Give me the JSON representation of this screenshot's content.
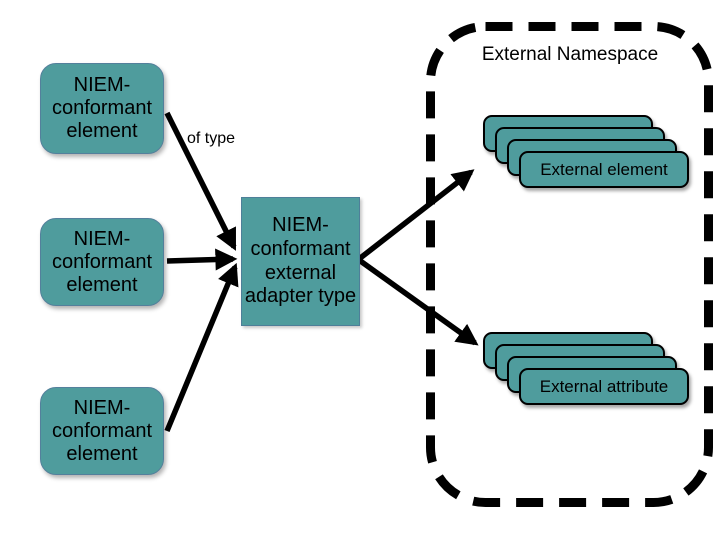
{
  "namespace": {
    "title": "External Namespace"
  },
  "niem_elements": [
    {
      "label": "NIEM-conformant element"
    },
    {
      "label": "NIEM-conformant element"
    },
    {
      "label": "NIEM-conformant element"
    }
  ],
  "adapter": {
    "label": "NIEM-conformant external adapter type"
  },
  "edge": {
    "of_type_label": "of type"
  },
  "stacks": {
    "element": {
      "label": "External element",
      "layers": 4
    },
    "attribute": {
      "label": "External attribute",
      "layers": 4
    }
  },
  "colors": {
    "node_fill": "#4f9c9d",
    "node_border": "#54809c",
    "stack_border": "#000000",
    "arrow": "#000000",
    "namespace_border": "#000000",
    "background": "#ffffff",
    "text": "#000000"
  }
}
